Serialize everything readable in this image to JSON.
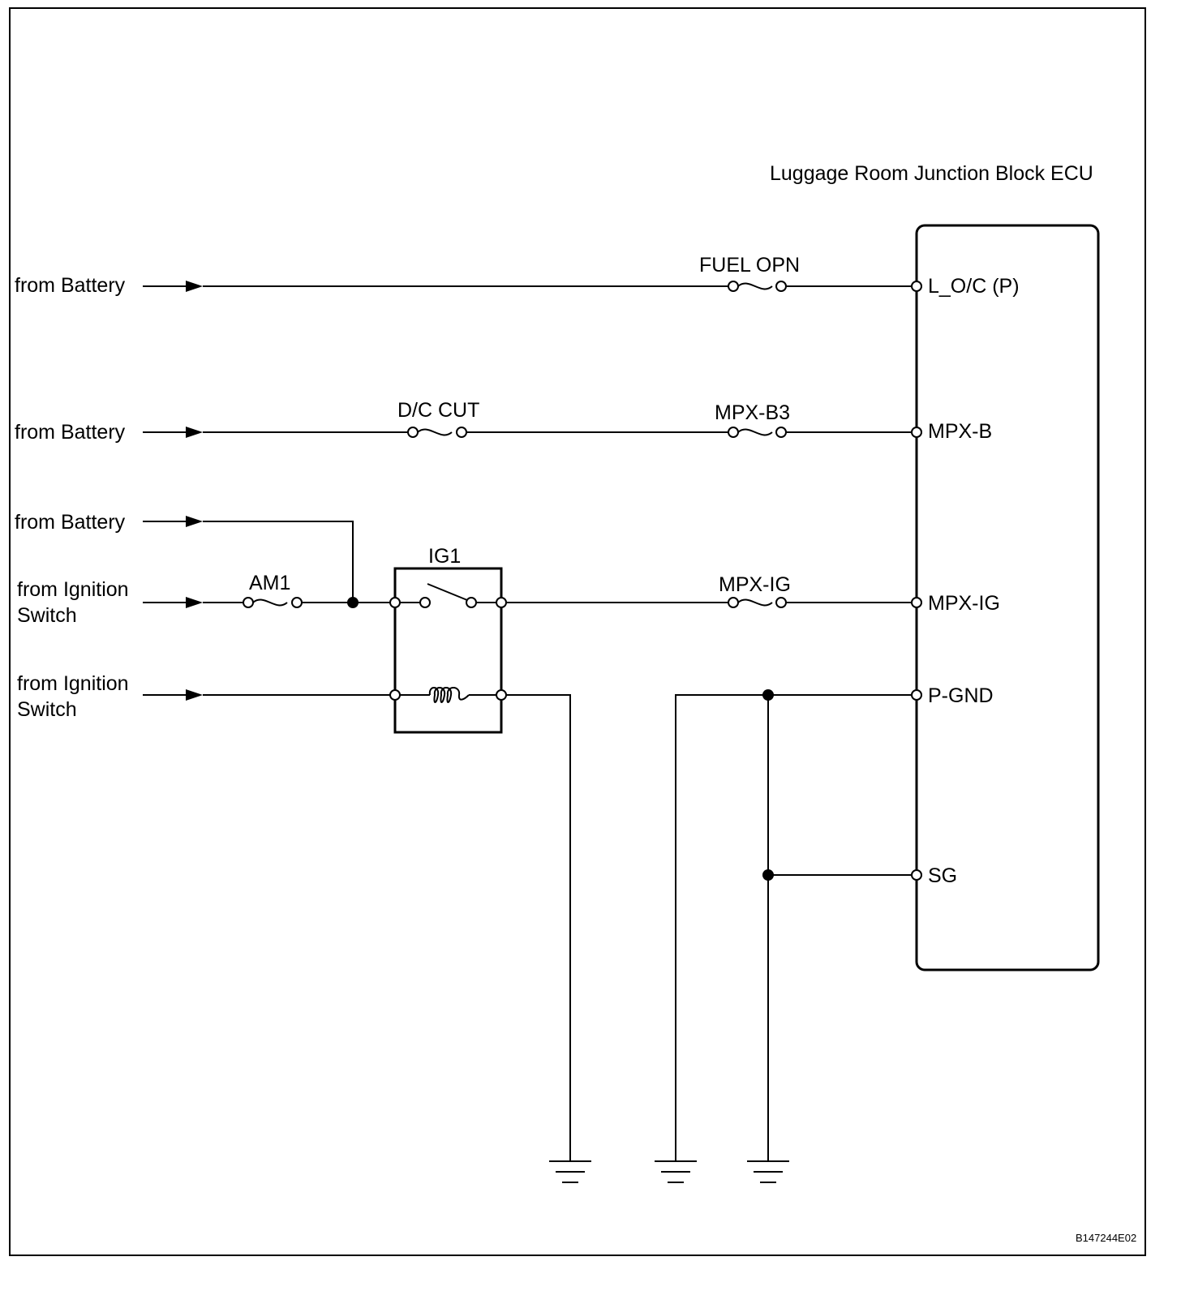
{
  "ecu": {
    "title": "Luggage Room Junction Block ECU",
    "pins": {
      "loc": "L_O/C (P)",
      "mpxb": "MPX-B",
      "mpxig": "MPX-IG",
      "pgnd": "P-GND",
      "sg": "SG"
    }
  },
  "sources": {
    "battery1": "from Battery",
    "battery2": "from Battery",
    "battery3": "from Battery",
    "ign1": [
      "from Ignition",
      "Switch"
    ],
    "ign2": [
      "from Ignition",
      "Switch"
    ]
  },
  "fuses": {
    "fuel_opn": "FUEL OPN",
    "dc_cut": "D/C CUT",
    "mpx_b3": "MPX-B3",
    "am1": "AM1",
    "mpx_ig": "MPX-IG"
  },
  "relay": {
    "name": "IG1"
  },
  "figure_code": "B147244E02"
}
